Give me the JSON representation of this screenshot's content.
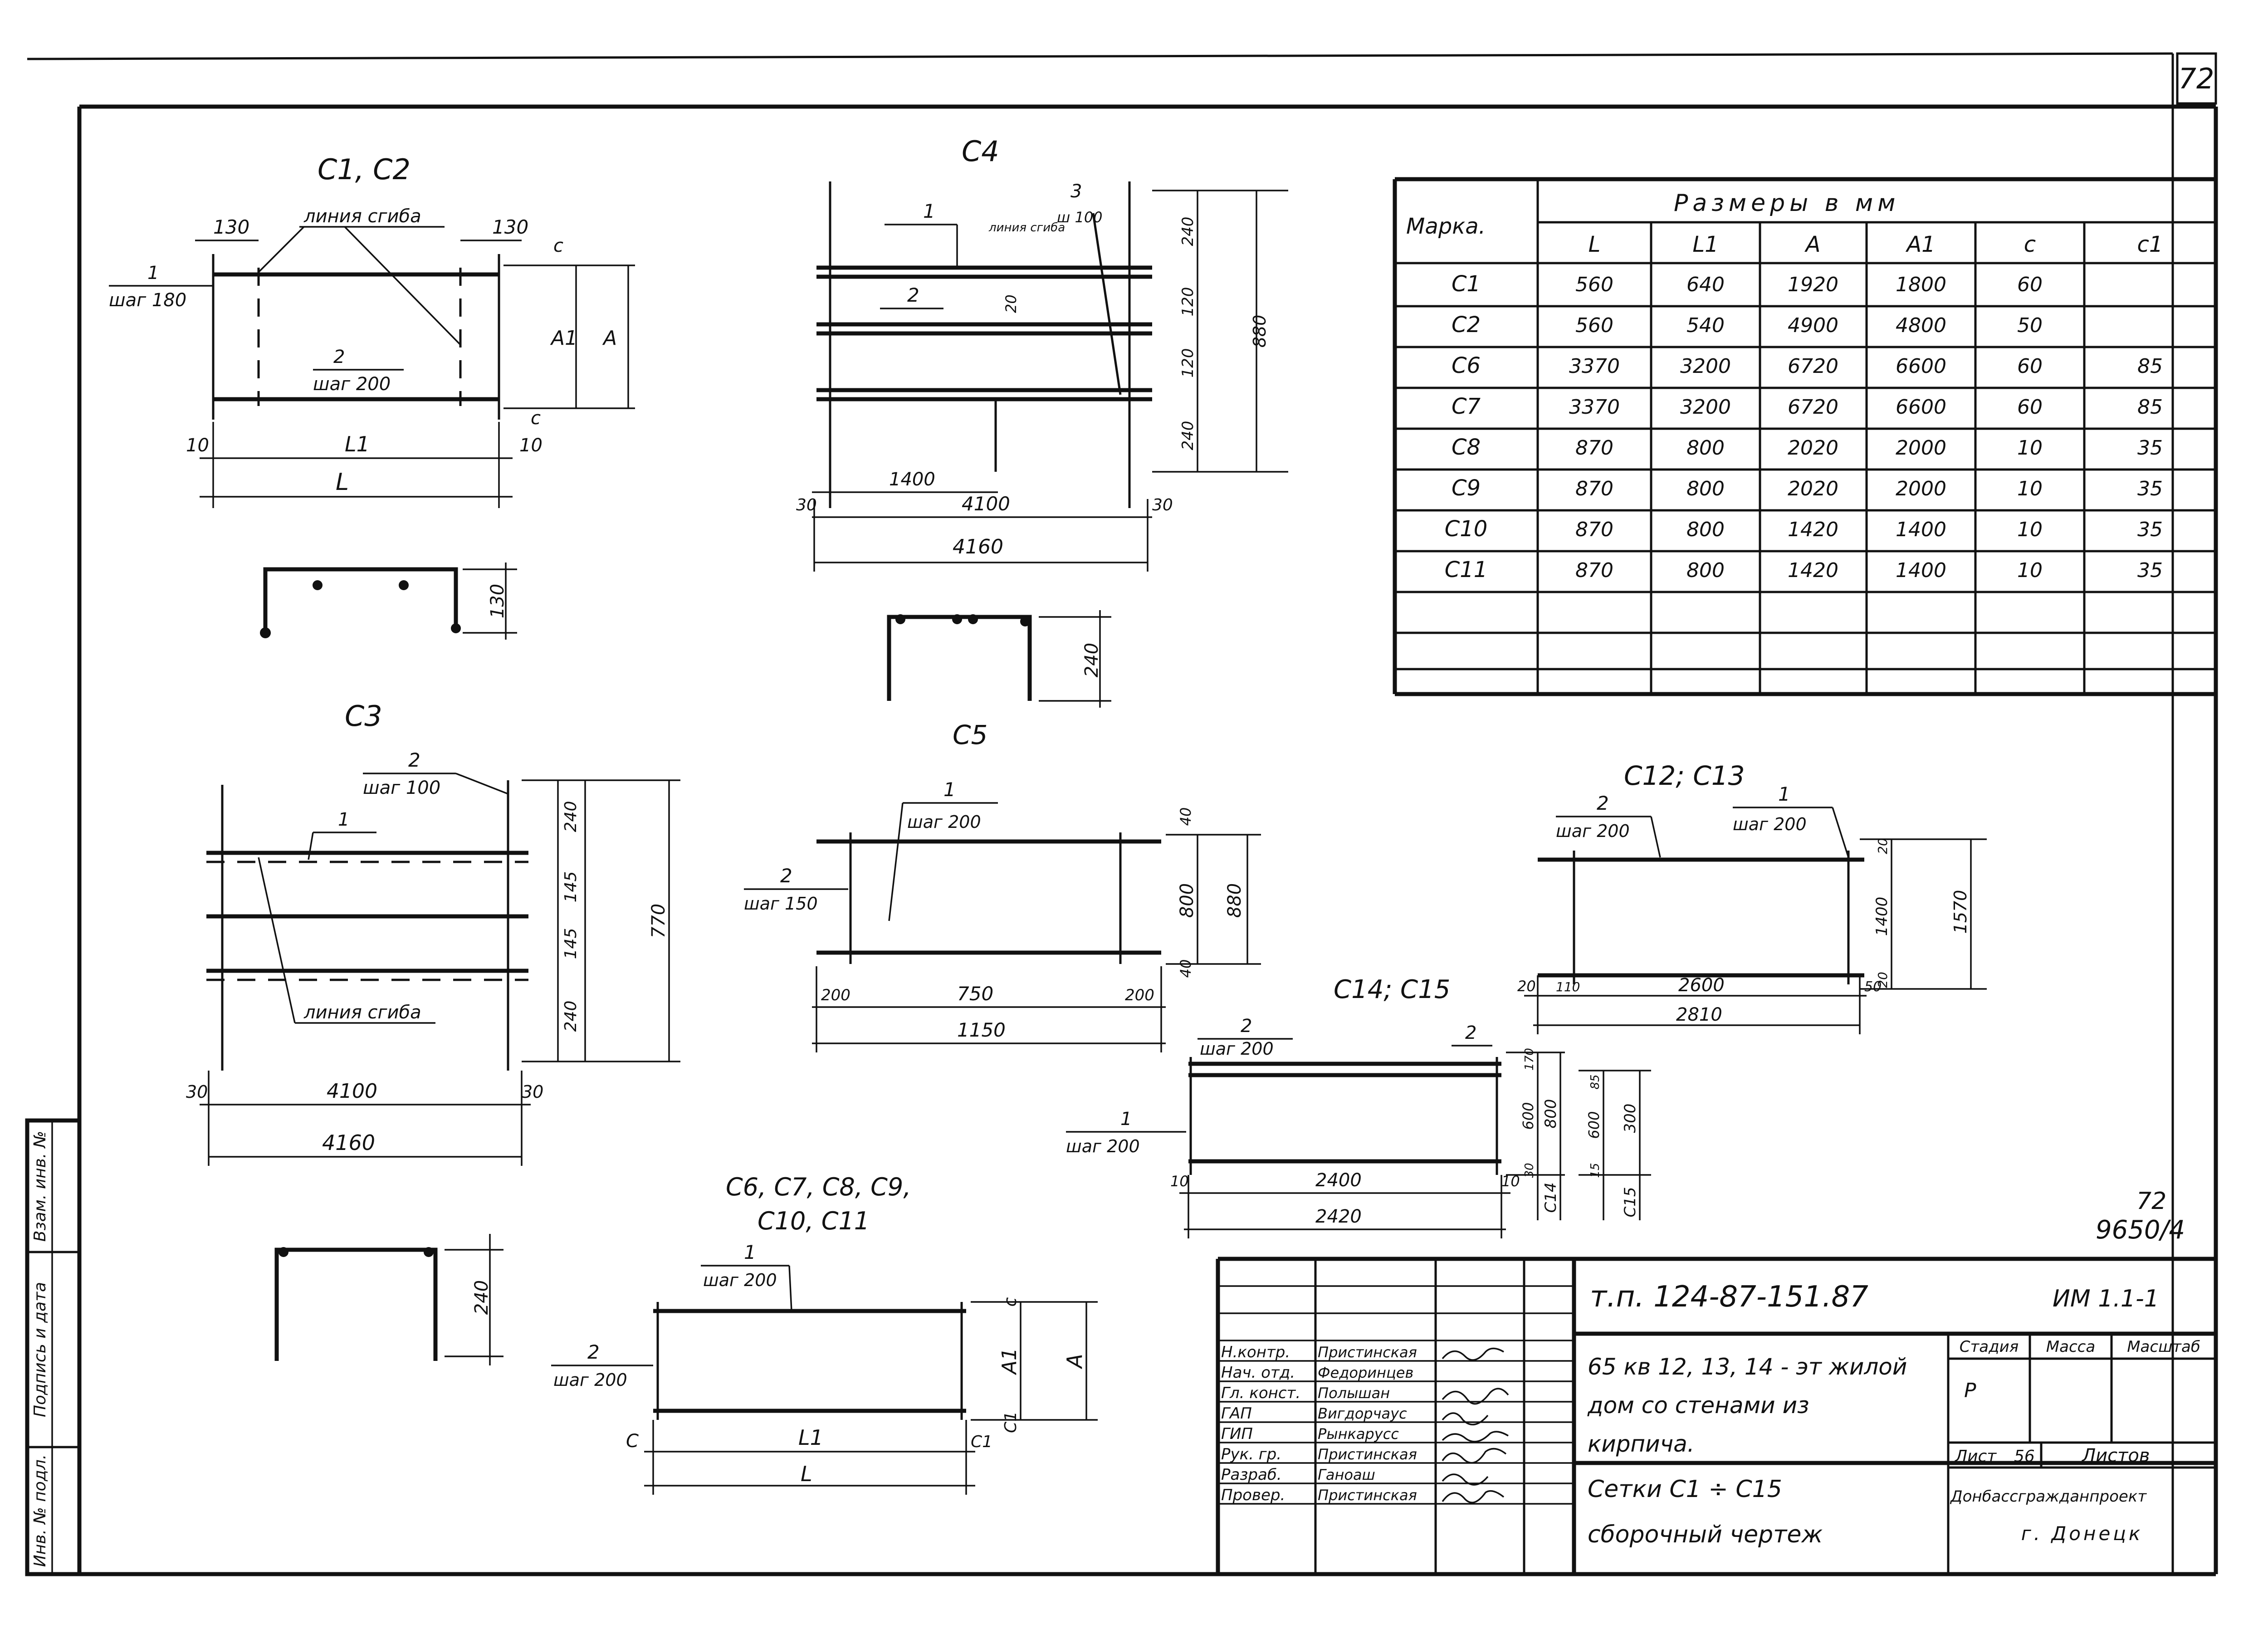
{
  "sheet": {
    "page_number": "72",
    "archive_code_top": "72",
    "archive_code_bottom": "9650/4"
  },
  "c1c2": {
    "title": "C1, C2",
    "end_left": "130",
    "end_right": "130",
    "bend_line": "линия сгиба",
    "bar1_pos": "1",
    "bar1_step": "шаг 180",
    "bar2_pos": "2",
    "bar2_step": "шаг 200",
    "dim_c_top": "c",
    "dim_c_bottom": "c",
    "dim_A1": "A1",
    "dim_A": "A",
    "dim_10_left": "10",
    "dim_10_right": "10",
    "dim_L1": "L1",
    "dim_L": "L",
    "section_dim": "130"
  },
  "c4": {
    "title": "C4",
    "bar1_pos": "1",
    "bar2_pos": "2",
    "bar3_pos": "3",
    "bar3_step": "ш 100",
    "bend_line": "линия сгиба",
    "dim_20": "20",
    "dims_right": [
      "240",
      "120",
      "120",
      "240"
    ],
    "dim_total": "880",
    "dim_1400": "1400",
    "dim_30_left": "30",
    "dim_30_right": "30",
    "dim_4100": "4100",
    "dim_4160": "4160",
    "section_dim": "240"
  },
  "c3": {
    "title": "C3",
    "bar2_pos": "2",
    "bar2_step": "шаг 100",
    "bar1_pos": "1",
    "dims_right": [
      "240",
      "145",
      "145",
      "240"
    ],
    "dim_total": "770",
    "bend_line": "линия сгиба",
    "dim_30_left": "30",
    "dim_30_right": "30",
    "dim_4100": "4100",
    "dim_4160": "4160"
  },
  "c5": {
    "title": "C5",
    "bar1_pos": "1",
    "bar1_step": "шаг 200",
    "bar2_pos": "2",
    "bar2_step": "шаг 150",
    "dim_40_top": "40",
    "dim_800": "800",
    "dim_40_bottom": "40",
    "dim_880": "880",
    "dim_200_left": "200",
    "dim_750": "750",
    "dim_200_right": "200",
    "dim_1150": "1150"
  },
  "c12c13": {
    "title": "C12; C13",
    "bar2_pos": "2",
    "bar2_step": "шаг 200",
    "bar1_pos": "1",
    "bar1_step": "шаг 200",
    "dims_right": [
      "20",
      "1400",
      "20"
    ],
    "dim_1570": "1570",
    "dim_20_left": "20",
    "dim_110": "110",
    "dim_2600": "2600",
    "dim_50": "50",
    "dim_2810": "2810"
  },
  "c14c15": {
    "title": "C14; C15",
    "bar2_pos": "2",
    "bar2_step": "шаг 200",
    "bar2b_pos": "2",
    "bar1_pos": "1",
    "bar1_step": "шаг 200",
    "dims_c14": [
      "170",
      "600",
      "30"
    ],
    "dim_c14_total": "800",
    "label_c14": "C14",
    "dims_c15": [
      "85",
      "600",
      "15"
    ],
    "dim_c15_total": "300",
    "label_c15": "C15",
    "dim_10_left": "10",
    "dim_10_right": "10",
    "dim_2400": "2400",
    "dim_2420": "2420"
  },
  "c6c11": {
    "title_line1": "C6, C7, C8, C9,",
    "title_line2": "C10, C11",
    "bar1_pos": "1",
    "bar1_step": "шаг 200",
    "bar2_pos": "2",
    "bar2_step": "шаг 200",
    "dim_c_top": "c",
    "dim_A1": "A1",
    "dim_A": "A",
    "dim_c1_bottom": "C1",
    "dim_c_left": "C",
    "dim_c1_right": "C1",
    "dim_L1": "L1",
    "dim_L": "L",
    "section_dim": "240"
  },
  "table": {
    "header_marka": "Марка.",
    "header_group": "Размеры в мм",
    "columns": [
      "L",
      "L1",
      "A",
      "A1",
      "c",
      "c1"
    ],
    "rows": [
      {
        "mark": "C1",
        "L": "560",
        "L1": "640",
        "A": "1920",
        "A1": "1800",
        "c": "60",
        "c1": ""
      },
      {
        "mark": "C2",
        "L": "560",
        "L1": "540",
        "A": "4900",
        "A1": "4800",
        "c": "50",
        "c1": ""
      },
      {
        "mark": "C6",
        "L": "3370",
        "L1": "3200",
        "A": "6720",
        "A1": "6600",
        "c": "60",
        "c1": "85"
      },
      {
        "mark": "C7",
        "L": "3370",
        "L1": "3200",
        "A": "6720",
        "A1": "6600",
        "c": "60",
        "c1": "85"
      },
      {
        "mark": "C8",
        "L": "870",
        "L1": "800",
        "A": "2020",
        "A1": "2000",
        "c": "10",
        "c1": "35"
      },
      {
        "mark": "C9",
        "L": "870",
        "L1": "800",
        "A": "2020",
        "A1": "2000",
        "c": "10",
        "c1": "35"
      },
      {
        "mark": "C10",
        "L": "870",
        "L1": "800",
        "A": "1420",
        "A1": "1400",
        "c": "10",
        "c1": "35"
      },
      {
        "mark": "C11",
        "L": "870",
        "L1": "800",
        "A": "1420",
        "A1": "1400",
        "c": "10",
        "c1": "35"
      },
      {
        "mark": "",
        "L": "",
        "L1": "",
        "A": "",
        "A1": "",
        "c": "",
        "c1": ""
      },
      {
        "mark": "",
        "L": "",
        "L1": "",
        "A": "",
        "A1": "",
        "c": "",
        "c1": ""
      }
    ]
  },
  "side_stamp": [
    "Взам. инв. №",
    "Подпись и дата",
    "Инв. № подл."
  ],
  "title_block": {
    "project_code": "т.п. 124-87-151.87",
    "album": "ИМ 1.1-1",
    "roles": [
      "Н.контр.",
      "Нач. отд.",
      "Гл. конст.",
      "ГАП",
      "ГИП",
      "Рук. гр.",
      "Разраб.",
      "Провер."
    ],
    "names": [
      "Пристинская",
      "Федоринцев",
      "Полышан",
      "Вигдорчаус",
      "Рынкарусс",
      "Пристинская",
      "Ганоаш",
      "Пристинская"
    ],
    "object_line1": "65 кв 12, 13, 14 - эт жилой",
    "object_line2": "дом со стенами из",
    "object_line3": "кирпича.",
    "drawing_line1": "Сетки С1 ÷ С15",
    "drawing_line2": "сборочный чертеж",
    "stage_header": "Стадия",
    "mass_header": "Масса",
    "scale_header": "Масштаб",
    "stage_value": "Р",
    "sheet_label": "Лист",
    "sheet_value": "56",
    "sheets_label": "Листов",
    "organization_line1": "Донбассгражданпроект",
    "organization_line2": "г. Донецк"
  }
}
